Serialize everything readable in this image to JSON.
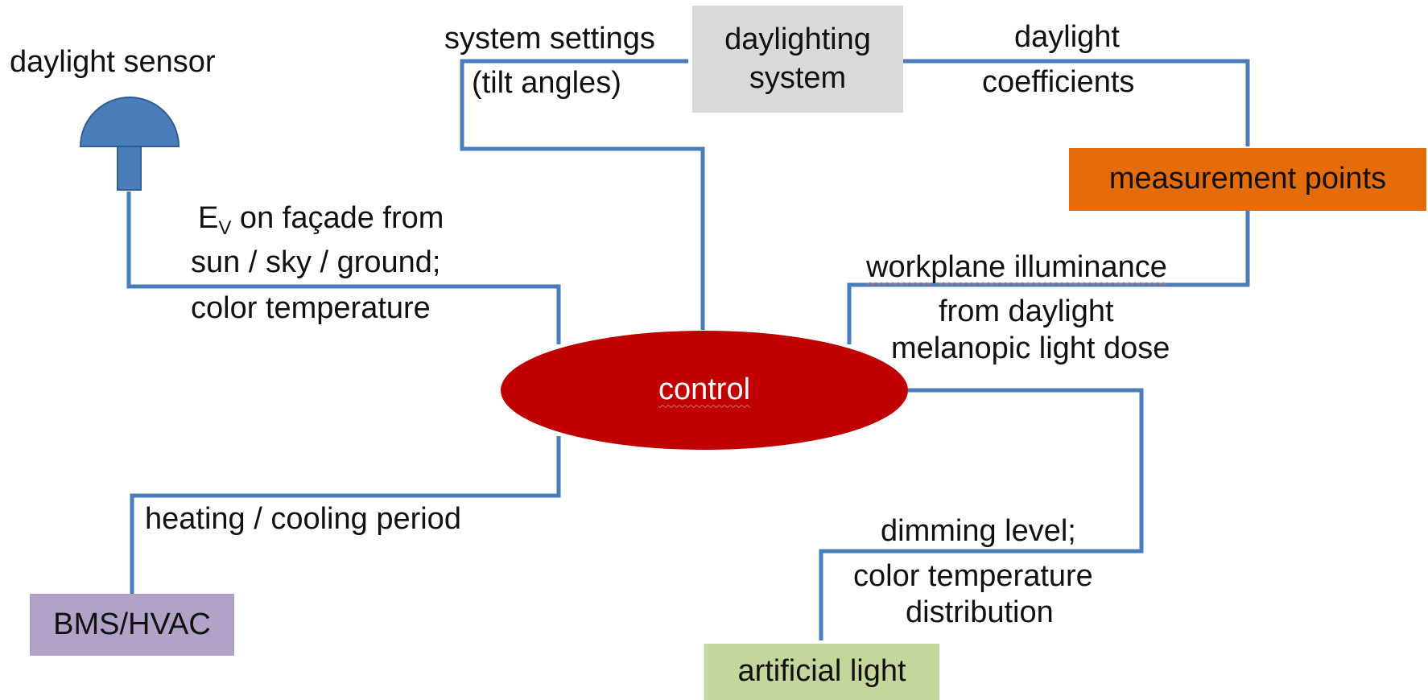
{
  "colors": {
    "arrow": "#4a7ebb",
    "sensor": "#4a7ebb",
    "daylighting_system_fill": "#d9d9d9",
    "measurement_points_fill": "#e46c0a",
    "control_fill": "#c00000",
    "control_text": "#ffffff",
    "bms_fill": "#b3a2c7",
    "artificial_light_fill": "#c3d69b"
  },
  "nodes": {
    "daylight_sensor": "daylight sensor",
    "daylighting_system": [
      "daylighting",
      "system"
    ],
    "measurement_points": "measurement points",
    "control": "control",
    "bms_hvac": "BMS/HVAC",
    "artificial_light": "artificial light"
  },
  "edge_labels": {
    "system_settings": [
      "system settings",
      "(tilt angles)"
    ],
    "daylight_coefficients": [
      "daylight",
      "coefficients"
    ],
    "sensor_output": {
      "line1_prefix": "E",
      "line1_subscript": "V",
      "line1_suffix": " on façade from",
      "line2": "sun / sky / ground;",
      "line3": "color temperature"
    },
    "workplane": [
      "workplane illuminance",
      "from daylight",
      "melanopic light dose"
    ],
    "heating_cooling": "heating / cooling period",
    "dimming": [
      "dimming level;",
      "color temperature",
      "distribution"
    ]
  }
}
